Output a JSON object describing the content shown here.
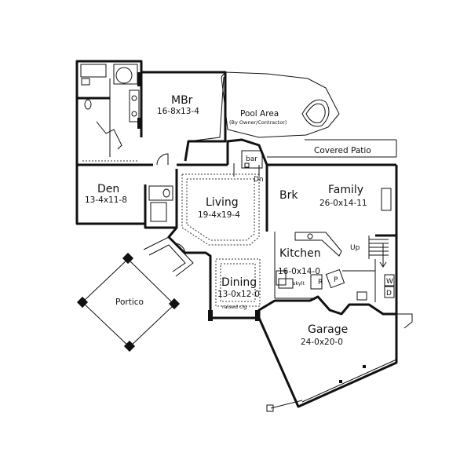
{
  "plan": {
    "rooms": {
      "mbr": {
        "name": "MBr",
        "dims": "16-8x13-4"
      },
      "pool": {
        "name": "Pool Area",
        "note": "(By Owner/Contractor)"
      },
      "patio": {
        "name": "Covered Patio"
      },
      "bar": {
        "name": "bar"
      },
      "den": {
        "name": "Den",
        "dims": "13-4x11-8"
      },
      "living": {
        "name": "Living",
        "dims": "19-4x19-4"
      },
      "brk": {
        "name": "Brk"
      },
      "family": {
        "name": "Family",
        "dims": "26-0x14-11"
      },
      "kitchen": {
        "name": "Kitchen",
        "dims": "16-0x14-0",
        "skylight": "skylt"
      },
      "dining": {
        "name": "Dining",
        "dims": "13-0x12-0",
        "note": "raised clg"
      },
      "portico": {
        "name": "Portico"
      },
      "garage": {
        "name": "Garage",
        "dims": "24-0x20-0"
      }
    },
    "marks": {
      "dn": "Dn",
      "up": "Up",
      "refrigerator": "R",
      "pantry": "P",
      "washer": "W",
      "dryer": "D"
    }
  }
}
